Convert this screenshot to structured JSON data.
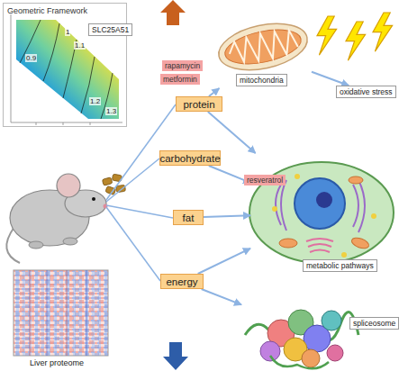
{
  "diagram": {
    "nodes": [
      {
        "text": [
          "Geometric Framework"
        ]
      },
      {
        "text": [
          "SLC25A51"
        ],
        "in": 0
      },
      {
        "text": [
          "rapamycin"
        ]
      },
      {
        "text": [
          "metformin"
        ]
      },
      {
        "text": [
          "mitochondria"
        ]
      },
      {
        "text": [
          "oxidative stress"
        ]
      },
      {
        "text": [
          "protein"
        ]
      },
      {
        "text": [
          "carbohydrate"
        ]
      },
      {
        "text": [
          "resveratrol"
        ]
      },
      {
        "text": [
          "metabolic pathways"
        ]
      },
      {
        "text": [
          "fat"
        ]
      },
      {
        "text": [
          "energy"
        ]
      },
      {
        "text": [
          "spliceosome"
        ]
      }
    ],
    "edges": [
      {
        "from": 6,
        "to": 4,
        "arrow": "to"
      },
      {
        "from": 4,
        "to": 5,
        "arrow": "to"
      },
      {
        "from": 6,
        "to": 9,
        "arrow": "to"
      },
      {
        "from": 7,
        "to": 9,
        "arrow": "to"
      },
      {
        "from": 10,
        "to": 9,
        "arrow": "to"
      },
      {
        "from": 11,
        "to": 9,
        "arrow": "to"
      },
      {
        "from": 11,
        "to": 12,
        "arrow": "to"
      }
    ],
    "labels": [
      "1",
      "1.1",
      "0.9",
      "1.2",
      "1.3",
      "Liver proteome"
    ]
  }
}
